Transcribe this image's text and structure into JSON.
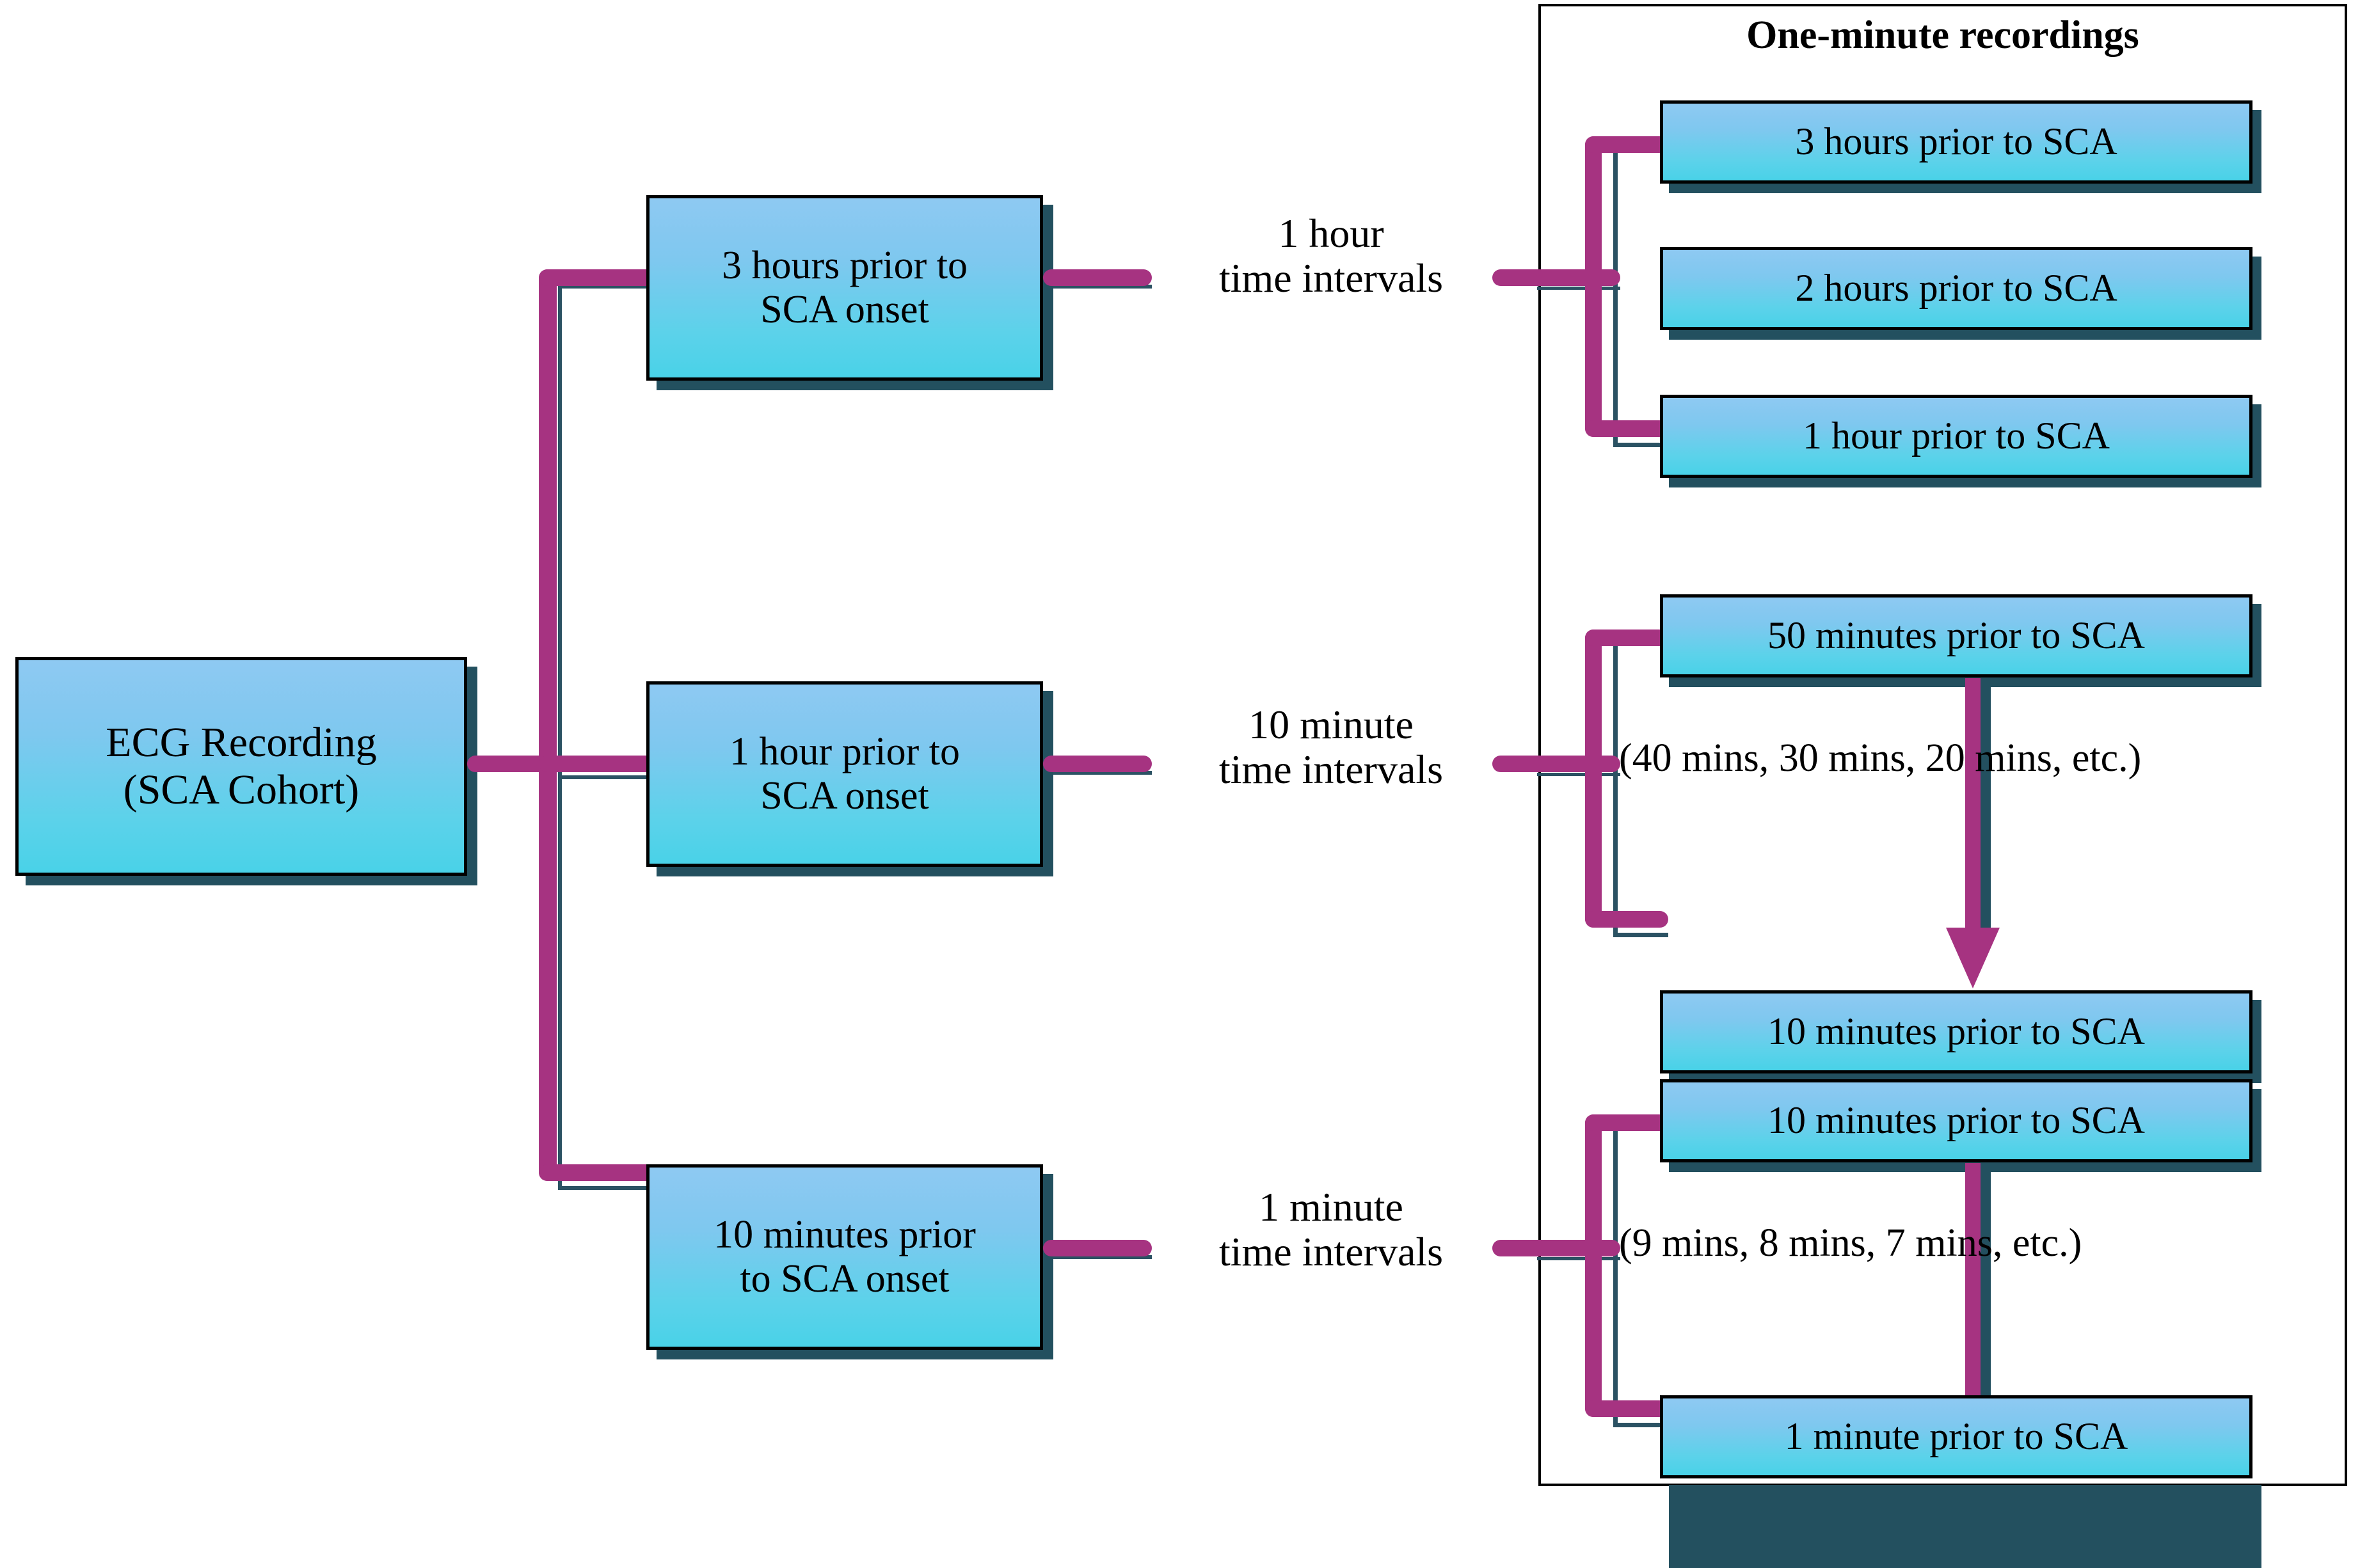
{
  "colors": {
    "box_fill_top": "#8ec9f2",
    "box_fill_bottom": "#49d2e8",
    "box_border": "#000000",
    "box_shadow": "#23505f",
    "connector": "#a63381",
    "panel_border": "#000000",
    "text": "#000000",
    "background": "#ffffff"
  },
  "root": {
    "label": "ECG Recording\n(SCA Cohort)"
  },
  "stages": [
    {
      "id": "stage-3-hours",
      "box_label": "3 hours prior to\nSCA onset",
      "interval_label": "1 hour\ntime intervals"
    },
    {
      "id": "stage-1-hour",
      "box_label": "1 hour prior to\nSCA onset",
      "interval_label": "10 minute\ntime intervals"
    },
    {
      "id": "stage-10-minutes",
      "box_label": "10 minutes prior\nto SCA onset",
      "interval_label": "1 minute\ntime intervals"
    }
  ],
  "panel": {
    "title": "One-minute recordings",
    "groups": [
      {
        "id": "group-hours",
        "type": "list",
        "items": [
          "3 hours prior to  SCA",
          "2 hours prior to  SCA",
          "1 hour prior to  SCA"
        ]
      },
      {
        "id": "group-tens-of-minutes",
        "type": "range",
        "first": "50 minutes prior to SCA",
        "middle_note": "(40 mins, 30 mins, 20 mins, etc.)",
        "last": "10 minutes prior to SCA"
      },
      {
        "id": "group-minutes",
        "type": "range",
        "first": "10 minutes prior to SCA",
        "middle_note": "(9 mins, 8 mins, 7 mins, etc.)",
        "last": "1 minute prior to SCA"
      }
    ]
  }
}
